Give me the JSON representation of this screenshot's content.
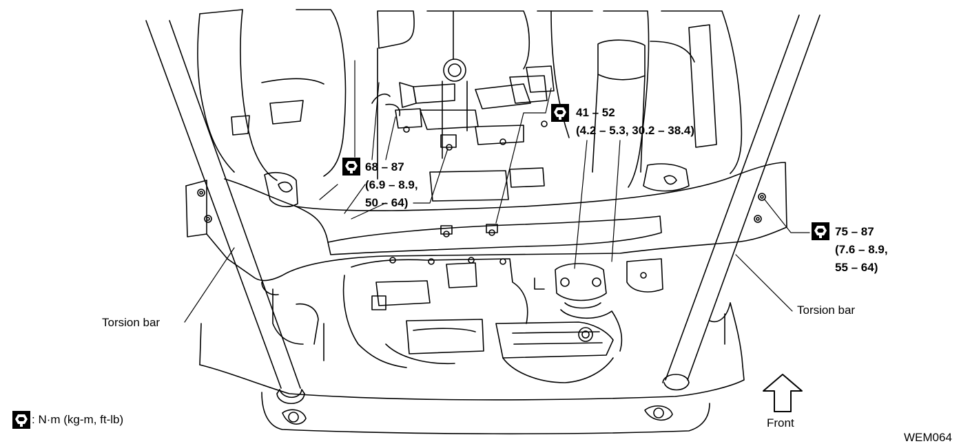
{
  "callouts": {
    "torque_top_right": {
      "line1": "41 – 52",
      "line2": "(4.2 – 5.3, 30.2 – 38.4)"
    },
    "torque_center_left": {
      "line1": "68 – 87",
      "line2": "(6.9 – 8.9,",
      "line3": "50 – 64)"
    },
    "torque_right": {
      "line1": "75 – 87",
      "line2": "(7.6 – 8.9,",
      "line3": "55 – 64)"
    },
    "torsion_bar_left": "Torsion bar",
    "torsion_bar_right": "Torsion bar",
    "front_label": "Front"
  },
  "legend": {
    "units": ": N·m (kg-m, ft-lb)"
  },
  "figure_code": "WEM064",
  "icons": [
    "torque-wrench-icon",
    "front-arrow-icon"
  ],
  "colors": {
    "line": "#000000",
    "background": "#ffffff"
  }
}
